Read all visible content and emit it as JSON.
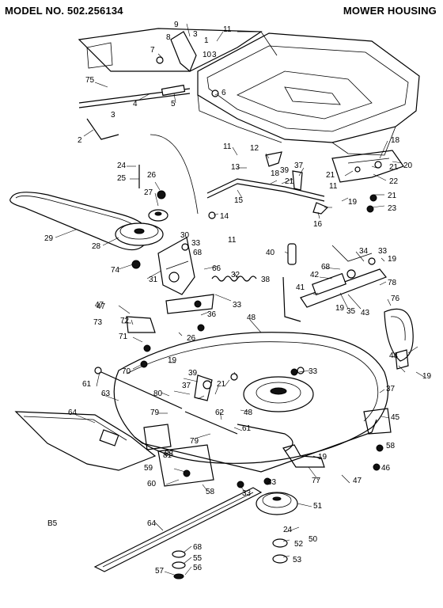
{
  "header": {
    "model_text": "MODEL NO. 502.256134",
    "title_text": "MOWER HOUSING"
  },
  "corner_code": "B5",
  "callouts": [
    {
      "id": "c1",
      "text": "1"
    },
    {
      "id": "c2",
      "text": "2"
    },
    {
      "id": "c3a",
      "text": "3"
    },
    {
      "id": "c3b",
      "text": "3"
    },
    {
      "id": "c3c",
      "text": "3"
    },
    {
      "id": "c4",
      "text": "4"
    },
    {
      "id": "c5",
      "text": "5"
    },
    {
      "id": "c6",
      "text": "6"
    },
    {
      "id": "c7",
      "text": "7"
    },
    {
      "id": "c8",
      "text": "8"
    },
    {
      "id": "c9",
      "text": "9"
    },
    {
      "id": "c10",
      "text": "10"
    },
    {
      "id": "c11a",
      "text": "11"
    },
    {
      "id": "c11b",
      "text": "11"
    },
    {
      "id": "c11c",
      "text": "11"
    },
    {
      "id": "c11d",
      "text": "11"
    },
    {
      "id": "c12",
      "text": "12"
    },
    {
      "id": "c13",
      "text": "13"
    },
    {
      "id": "c14",
      "text": "14"
    },
    {
      "id": "c15",
      "text": "15"
    },
    {
      "id": "c16",
      "text": "16"
    },
    {
      "id": "c18a",
      "text": "18"
    },
    {
      "id": "c18b",
      "text": "18"
    },
    {
      "id": "c19a",
      "text": "19"
    },
    {
      "id": "c19b",
      "text": "19"
    },
    {
      "id": "c19c",
      "text": "19"
    },
    {
      "id": "c19d",
      "text": "19"
    },
    {
      "id": "c19e",
      "text": "19"
    },
    {
      "id": "c19f",
      "text": "19"
    },
    {
      "id": "c20",
      "text": "20"
    },
    {
      "id": "c21a",
      "text": "21"
    },
    {
      "id": "c21b",
      "text": "21"
    },
    {
      "id": "c21c",
      "text": "21"
    },
    {
      "id": "c21d",
      "text": "21"
    },
    {
      "id": "c21e",
      "text": "21"
    },
    {
      "id": "c22",
      "text": "22"
    },
    {
      "id": "c23",
      "text": "23"
    },
    {
      "id": "c24a",
      "text": "24"
    },
    {
      "id": "c24b",
      "text": "24"
    },
    {
      "id": "c25",
      "text": "25"
    },
    {
      "id": "c26a",
      "text": "26"
    },
    {
      "id": "c26b",
      "text": "26"
    },
    {
      "id": "c27",
      "text": "27"
    },
    {
      "id": "c28",
      "text": "28"
    },
    {
      "id": "c29",
      "text": "29"
    },
    {
      "id": "c30",
      "text": "30"
    },
    {
      "id": "c31",
      "text": "31"
    },
    {
      "id": "c32",
      "text": "32"
    },
    {
      "id": "c33a",
      "text": "33"
    },
    {
      "id": "c33b",
      "text": "33"
    },
    {
      "id": "c33c",
      "text": "33"
    },
    {
      "id": "c33d",
      "text": "33"
    },
    {
      "id": "c33e",
      "text": "33"
    },
    {
      "id": "c33f",
      "text": "33"
    },
    {
      "id": "c34",
      "text": "34"
    },
    {
      "id": "c35",
      "text": "35"
    },
    {
      "id": "c36",
      "text": "36"
    },
    {
      "id": "c37a",
      "text": "37"
    },
    {
      "id": "c37b",
      "text": "37"
    },
    {
      "id": "c37c",
      "text": "37"
    },
    {
      "id": "c38",
      "text": "38"
    },
    {
      "id": "c39a",
      "text": "39"
    },
    {
      "id": "c39b",
      "text": "39"
    },
    {
      "id": "c40",
      "text": "40"
    },
    {
      "id": "c41",
      "text": "41"
    },
    {
      "id": "c42",
      "text": "42"
    },
    {
      "id": "c43",
      "text": "43"
    },
    {
      "id": "c44",
      "text": "44"
    },
    {
      "id": "c45",
      "text": "45"
    },
    {
      "id": "c46",
      "text": "46"
    },
    {
      "id": "c47a",
      "text": "47"
    },
    {
      "id": "c47b",
      "text": "47"
    },
    {
      "id": "c47c",
      "text": "47"
    },
    {
      "id": "c48",
      "text": "48"
    },
    {
      "id": "c49",
      "text": "48"
    },
    {
      "id": "c50",
      "text": "50"
    },
    {
      "id": "c51",
      "text": "51"
    },
    {
      "id": "c52",
      "text": "52"
    },
    {
      "id": "c53",
      "text": "53"
    },
    {
      "id": "c55",
      "text": "55"
    },
    {
      "id": "c56",
      "text": "56"
    },
    {
      "id": "c57",
      "text": "57"
    },
    {
      "id": "c58a",
      "text": "58"
    },
    {
      "id": "c58b",
      "text": "58"
    },
    {
      "id": "c59",
      "text": "59"
    },
    {
      "id": "c60",
      "text": "60"
    },
    {
      "id": "c61a",
      "text": "61"
    },
    {
      "id": "c61b",
      "text": "61"
    },
    {
      "id": "c62",
      "text": "62"
    },
    {
      "id": "c63",
      "text": "63"
    },
    {
      "id": "c64a",
      "text": "64"
    },
    {
      "id": "c64b",
      "text": "64"
    },
    {
      "id": "c66",
      "text": "66"
    },
    {
      "id": "c68a",
      "text": "68"
    },
    {
      "id": "c68b",
      "text": "68"
    },
    {
      "id": "c68c",
      "text": "68"
    },
    {
      "id": "c70",
      "text": "70"
    },
    {
      "id": "c71",
      "text": "71"
    },
    {
      "id": "c72",
      "text": "72"
    },
    {
      "id": "c73",
      "text": "73"
    },
    {
      "id": "c74",
      "text": "74"
    },
    {
      "id": "c75",
      "text": "75"
    },
    {
      "id": "c76",
      "text": "76"
    },
    {
      "id": "c77",
      "text": "77"
    },
    {
      "id": "c78",
      "text": "78"
    },
    {
      "id": "c79a",
      "text": "79"
    },
    {
      "id": "c79b",
      "text": "79"
    },
    {
      "id": "c80",
      "text": "80"
    },
    {
      "id": "c81",
      "text": "81"
    },
    {
      "id": "c83",
      "text": "83"
    }
  ]
}
